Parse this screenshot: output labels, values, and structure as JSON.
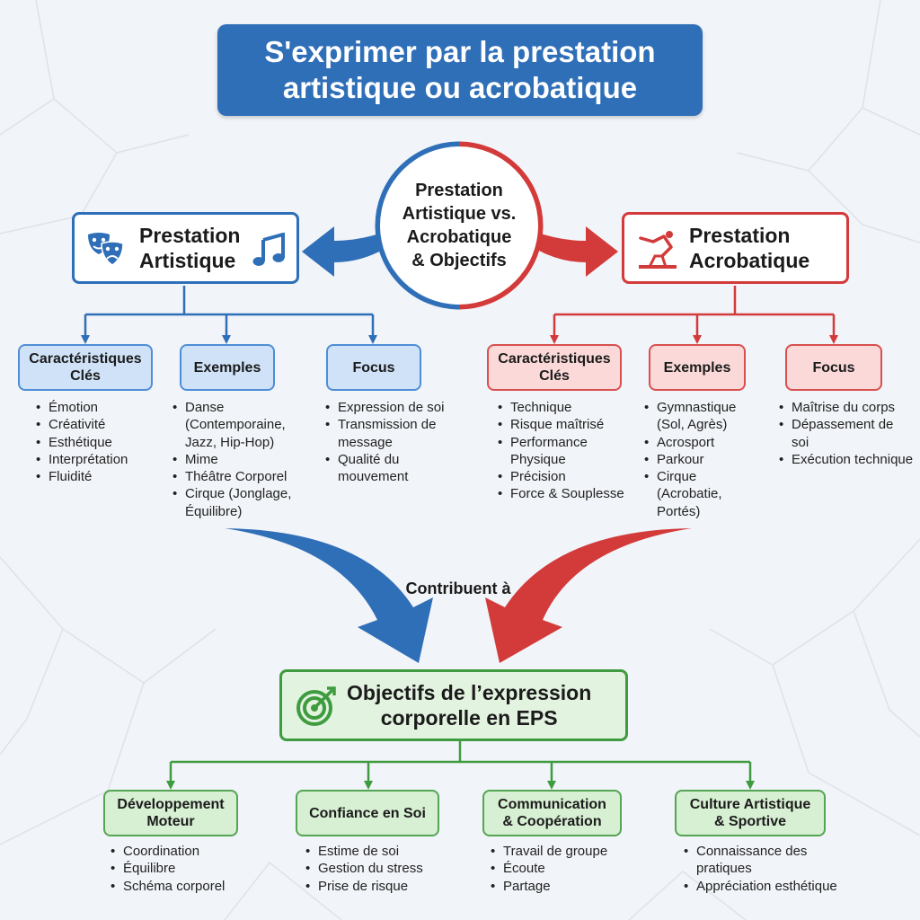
{
  "title": {
    "line1": "S'exprimer par la prestation",
    "line2": "artistique ou acrobatique"
  },
  "center": {
    "lines": [
      "Prestation",
      "Artistique vs.",
      "Acrobatique",
      "& Objectifs"
    ]
  },
  "artistique": {
    "title_lines": [
      "Prestation",
      "Artistique"
    ],
    "icons": [
      "theater-masks-icon",
      "music-note-icon"
    ],
    "categories": [
      {
        "label_lines": [
          "Caractéristiques",
          "Clés"
        ],
        "items": [
          "Émotion",
          "Créativité",
          "Esthétique",
          "Interprétation",
          "Fluidité"
        ]
      },
      {
        "label_lines": [
          "Exemples"
        ],
        "items": [
          "Danse (Contemporaine, Jazz, Hip-Hop)",
          "Mime",
          "Théâtre Corporel",
          "Cirque (Jonglage, Équilibre)"
        ]
      },
      {
        "label_lines": [
          "Focus"
        ],
        "items": [
          "Expression de soi",
          "Transmission de message",
          "Qualité du mouvement"
        ]
      }
    ]
  },
  "acrobatique": {
    "title_lines": [
      "Prestation",
      "Acrobatique"
    ],
    "icons": [
      "gymnast-icon"
    ],
    "categories": [
      {
        "label_lines": [
          "Caractéristiques",
          "Clés"
        ],
        "items": [
          "Technique",
          "Risque maîtrisé",
          "Performance Physique",
          "Précision",
          "Force & Souplesse"
        ]
      },
      {
        "label_lines": [
          "Exemples"
        ],
        "items": [
          "Gymnastique (Sol, Agrès)",
          "Acrosport",
          "Parkour",
          "Cirque (Acrobatie, Portés)"
        ]
      },
      {
        "label_lines": [
          "Focus"
        ],
        "items": [
          "Maîtrise du corps",
          "Dépassement de soi",
          "Exécution technique"
        ]
      }
    ]
  },
  "contribuent": "Contribuent à",
  "objectifs": {
    "title_lines": [
      "Objectifs de l’expression",
      "corporelle en EPS"
    ],
    "icons": [
      "target-icon"
    ],
    "categories": [
      {
        "label_lines": [
          "Développement",
          "Moteur"
        ],
        "items": [
          "Coordination",
          "Équilibre",
          "Schéma corporel"
        ]
      },
      {
        "label_lines": [
          "Confiance en Soi"
        ],
        "items": [
          "Estime de soi",
          "Gestion du stress",
          "Prise de risque"
        ]
      },
      {
        "label_lines": [
          "Communication",
          "& Coopération"
        ],
        "items": [
          "Travail de groupe",
          "Écoute",
          "Partage"
        ]
      },
      {
        "label_lines": [
          "Culture Artistique",
          "& Sportive"
        ],
        "items": [
          "Connaissance des pratiques",
          "Appréciation esthétique"
        ]
      }
    ]
  },
  "colors": {
    "blue": "#2f6fb8",
    "red": "#d33a3a",
    "green": "#3f9b3f",
    "blue_light": "#cfe2f8",
    "red_light": "#fbd9d9",
    "green_light": "#d7efd3",
    "background": "#f1f4f8"
  }
}
